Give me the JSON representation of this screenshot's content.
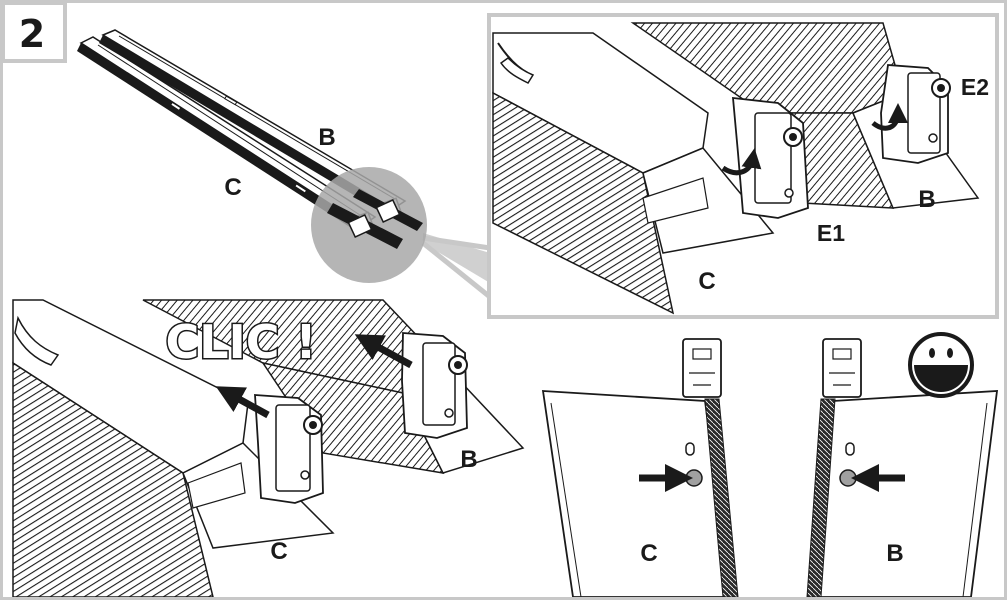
{
  "step": {
    "number": "2"
  },
  "overview": {
    "label_b": "B",
    "label_c": "C"
  },
  "detail": {
    "label_e1": "E1",
    "label_e2": "E2",
    "label_b": "B",
    "label_c": "C"
  },
  "assembly": {
    "callout": "CLIC !",
    "label_b": "B",
    "label_c": "C"
  },
  "alignment": {
    "label_c": "C",
    "label_b": "B"
  },
  "colors": {
    "frame_border": "#c8c8c8",
    "magnifier": "#a8a8a8",
    "ink": "#1a1a1a",
    "badge_fill": "#ffffff"
  },
  "icons": [
    "smiley-icon",
    "arrow-right-icon",
    "arrow-left-icon",
    "push-arrow-icon",
    "rotate-arrow-icon"
  ]
}
